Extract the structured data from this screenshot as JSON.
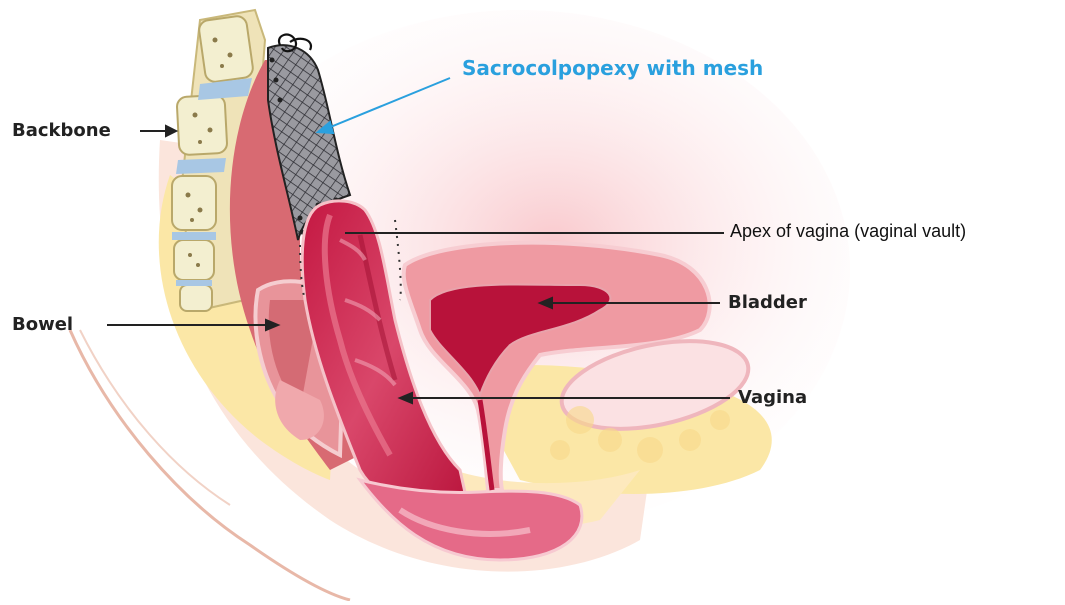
{
  "labels": {
    "mesh": "Sacrocolpopexy with mesh",
    "backbone": "Backbone",
    "apex": "Apex of vagina (vaginal vault)",
    "bladder": "Bladder",
    "bowel": "Bowel",
    "vagina": "Vagina"
  },
  "colors": {
    "mesh_label": "#2aa0de",
    "label_text": "#222222",
    "tissue_dark": "#b8123a",
    "tissue_mid": "#d64a6a",
    "tissue_light": "#f2b8c0",
    "fat": "#fbe7a6",
    "bone": "#f3efd0",
    "disc": "#a8c7e4"
  }
}
